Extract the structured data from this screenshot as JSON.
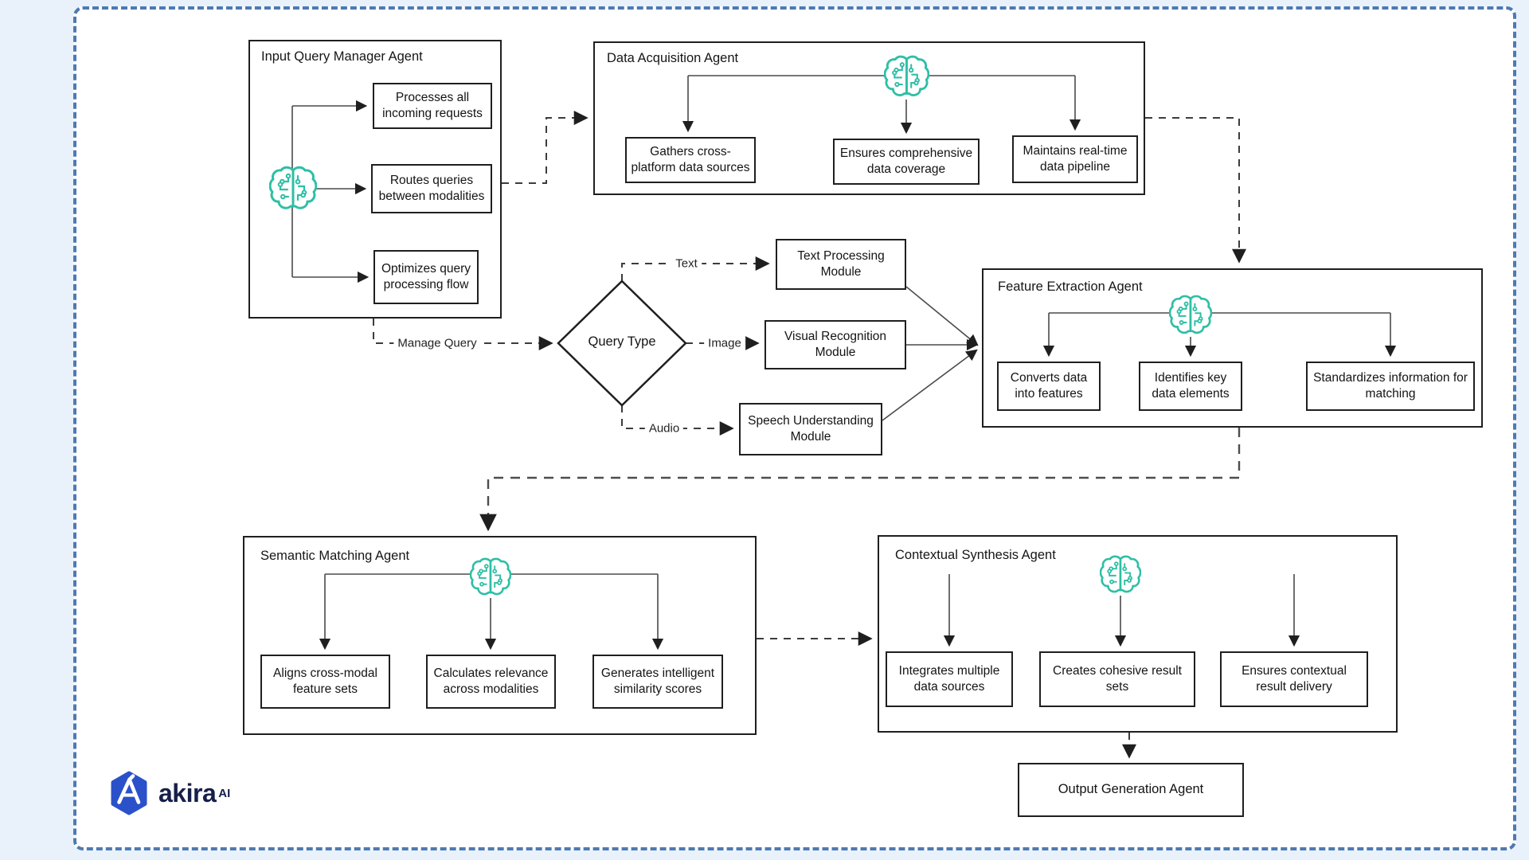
{
  "diagram": {
    "agents": {
      "input_query_manager": {
        "title": "Input Query Manager Agent",
        "children": [
          "Processes all incoming requests",
          "Routes queries between modalities",
          "Optimizes query processing flow"
        ]
      },
      "data_acquisition": {
        "title": "Data Acquisition Agent",
        "children": [
          "Gathers cross-platform data sources",
          "Ensures comprehensive data coverage",
          "Maintains real-time data pipeline"
        ]
      },
      "feature_extraction": {
        "title": "Feature Extraction Agent",
        "children": [
          "Converts data into features",
          "Identifies key data elements",
          "Standardizes information for matching"
        ]
      },
      "semantic_matching": {
        "title": "Semantic Matching Agent",
        "children": [
          "Aligns cross-modal feature sets",
          "Calculates relevance across modalities",
          "Generates intelligent similarity scores"
        ]
      },
      "contextual_synthesis": {
        "title": "Contextual Synthesis Agent",
        "children": [
          "Integrates multiple data sources",
          "Creates cohesive result sets",
          "Ensures contextual result delivery"
        ]
      },
      "output_generation": {
        "title": "Output Generation Agent"
      }
    },
    "decision": {
      "label": "Query Type"
    },
    "modules": {
      "text": "Text Processing Module",
      "image": "Visual Recognition Module",
      "audio": "Speech Understanding Module"
    },
    "edge_labels": {
      "manage_query": "Manage Query",
      "text": "Text",
      "image": "Image",
      "audio": "Audio"
    }
  },
  "brand": {
    "name": "akira",
    "suffix": "AI"
  },
  "colors": {
    "accent_teal": "#2ebfa5",
    "border_blue": "#4d7ab3",
    "logo_blue": "#2a51c9",
    "logo_navy": "#161f49",
    "line_dark": "#3c3c3c",
    "canvas_bg": "#ffffff",
    "page_bg": "#e9f1fa"
  }
}
